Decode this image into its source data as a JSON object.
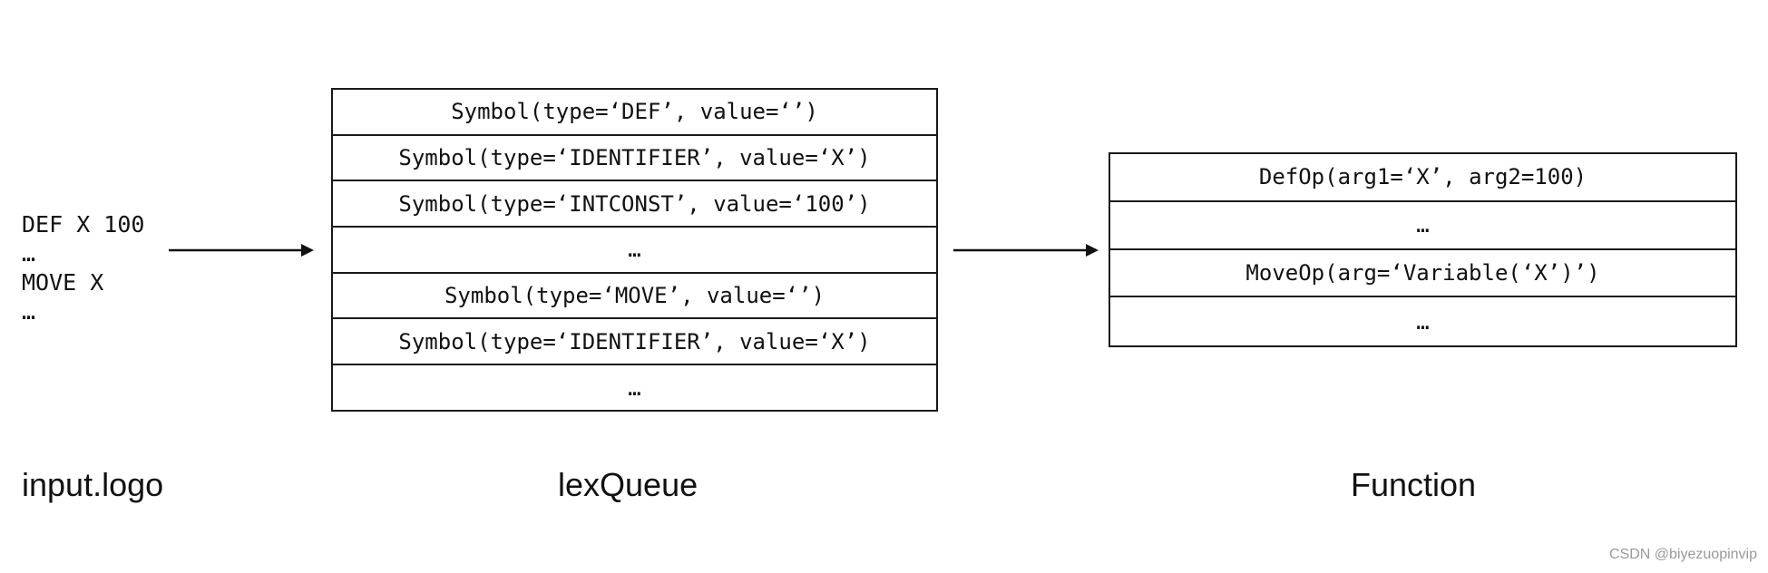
{
  "input": {
    "lines": [
      "DEF X 100",
      "…",
      "MOVE X",
      "…"
    ],
    "caption": "input.logo"
  },
  "lexqueue": {
    "rows": [
      "Symbol(type=‘DEF’, value=‘’)",
      "Symbol(type=‘IDENTIFIER’, value=‘X’)",
      "Symbol(type=‘INTCONST’, value=‘100’)",
      "…",
      "Symbol(type=‘MOVE’, value=‘’)",
      "Symbol(type=‘IDENTIFIER’, value=‘X’)",
      "…"
    ],
    "caption": "lexQueue"
  },
  "function": {
    "rows": [
      "DefOp(arg1=‘X’, arg2=100)",
      "…",
      "MoveOp(arg=‘Variable(‘X’)’)",
      "…"
    ],
    "caption": "Function"
  },
  "watermark": "CSDN @biyezuopinvip"
}
